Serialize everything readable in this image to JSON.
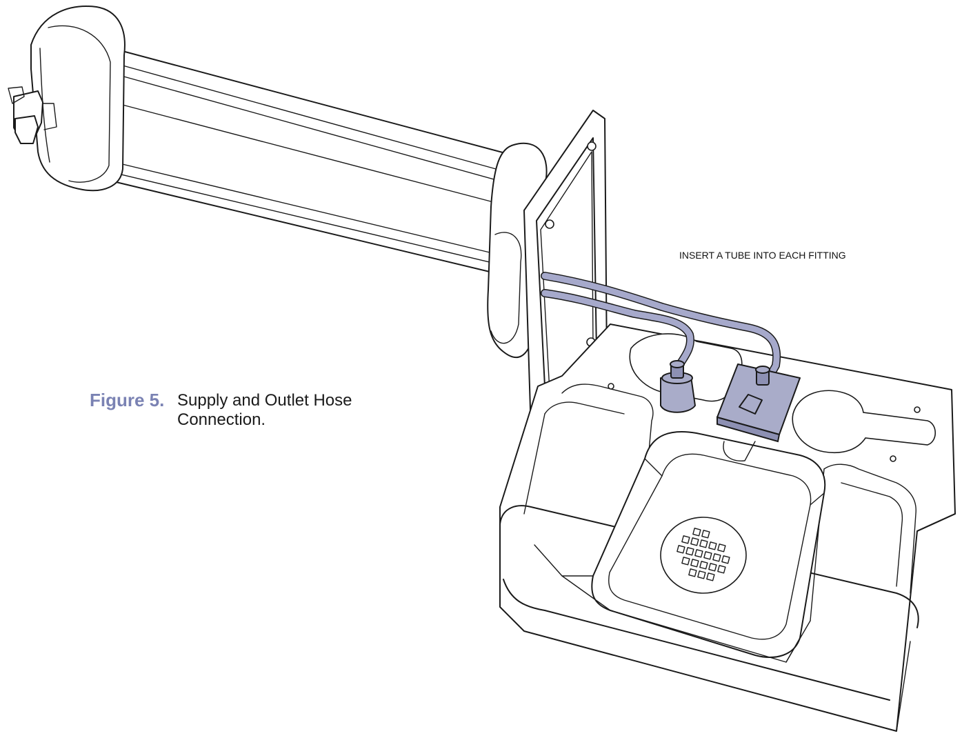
{
  "figure": {
    "number": "Figure 5.",
    "caption": "Supply and Outlet Hose Connection."
  },
  "callout": {
    "text": "INSERT A TUBE INTO EACH FITTING"
  },
  "colors": {
    "caption_number": "#7a82b3",
    "highlight_parts": "#a9acc9",
    "line_art": "#1a1a1a"
  }
}
